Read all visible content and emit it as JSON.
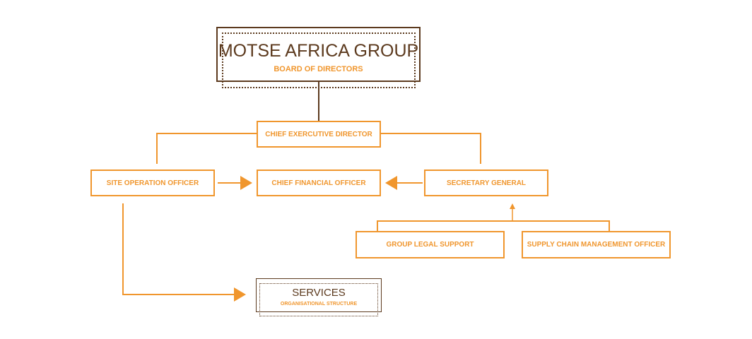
{
  "top": {
    "title": "MOTSE AFRICA GROUP",
    "subtitle": "BOARD OF DIRECTORS"
  },
  "nodes": {
    "ceo": "CHIEF EXERCUTIVE DIRECTOR",
    "site_op": "SITE OPERATION OFFICER",
    "cfo": "CHIEF FINANCIAL OFFICER",
    "secretary": "SECRETARY GENERAL",
    "legal": "GROUP LEGAL SUPPORT",
    "supply": "SUPPLY CHAIN MANAGEMENT OFFICER"
  },
  "services": {
    "title": "SERVICES",
    "subtitle": "ORGANISATIONAL STRUCTURE"
  },
  "colors": {
    "orange": "#f0962d",
    "brown": "#5c3a1e"
  }
}
